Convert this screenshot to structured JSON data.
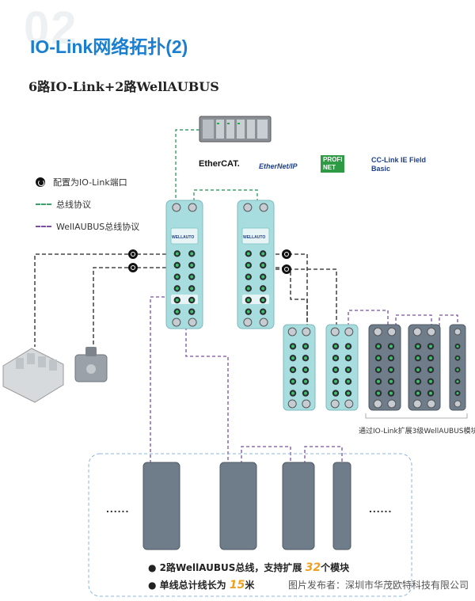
{
  "header": {
    "big_number": "02",
    "title": "IO-Link网络拓扑(2)",
    "subtitle": "6路IO-Link+2路WellAUBUS"
  },
  "legend": {
    "port_label": "配置为IO-Link端口",
    "bus_label": "总线协议",
    "wellaubus_label": "WellAUBUS总线协议"
  },
  "protocols": {
    "ethercat": "EtherCAT.",
    "ethernetip": "EtherNet/IP",
    "profinet_top": "PROFI",
    "profinet_bottom": "NET",
    "cclink": "CC-Link IE Field Basic"
  },
  "module_brand": "WELLAUTO",
  "caption": "通过IO-Link扩展3级WellAUBUS模块",
  "ellipsis": "......",
  "bullets": {
    "line1_pre": "2路WellAUBUS总线，支持扩展",
    "line1_num": "32",
    "line1_post": "个模块",
    "line2_pre": "单线总计线长为",
    "line2_num": "15",
    "line2_post": "米"
  },
  "watermark": "图片发布者：深圳市华茂欧特科技有限公司",
  "colors": {
    "title_blue": "#1a7fd0",
    "bus_green": "#3aa36a",
    "wellaubus_purple": "#7a4fa3",
    "module_teal": "#a8dde0",
    "module_gray": "#6f7c89",
    "highlight": "#f0a020"
  }
}
